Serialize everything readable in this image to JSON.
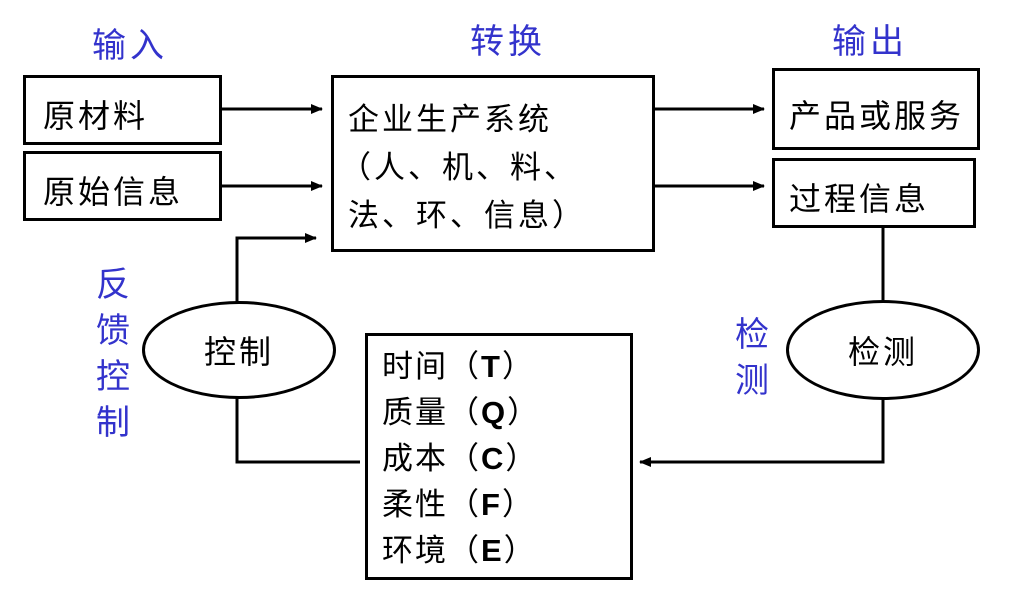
{
  "headers": {
    "input": "输入",
    "transform": "转换",
    "output": "输出"
  },
  "side_labels": {
    "feedback_control": [
      "反",
      "馈",
      "控",
      "制"
    ],
    "detection": [
      "检",
      "测"
    ]
  },
  "inputs": {
    "raw_material": "原材料",
    "raw_info": "原始信息"
  },
  "system": {
    "lines": [
      "企业生产系统",
      "（人、机、料、",
      "法、环、信息）"
    ]
  },
  "outputs": {
    "products": "产品或服务",
    "process_info": "过程信息"
  },
  "nodes": {
    "control": "控制",
    "detect": "检测"
  },
  "metrics": [
    {
      "name": "时间",
      "open": "（",
      "code": "T",
      "close": "）"
    },
    {
      "name": "质量",
      "open": "（",
      "code": "Q",
      "close": "）"
    },
    {
      "name": "成本",
      "open": "（",
      "code": "C",
      "close": "）"
    },
    {
      "name": "柔性",
      "open": "（",
      "code": "F",
      "close": "）"
    },
    {
      "name": "环境",
      "open": "（",
      "code": "E",
      "close": "）"
    }
  ]
}
